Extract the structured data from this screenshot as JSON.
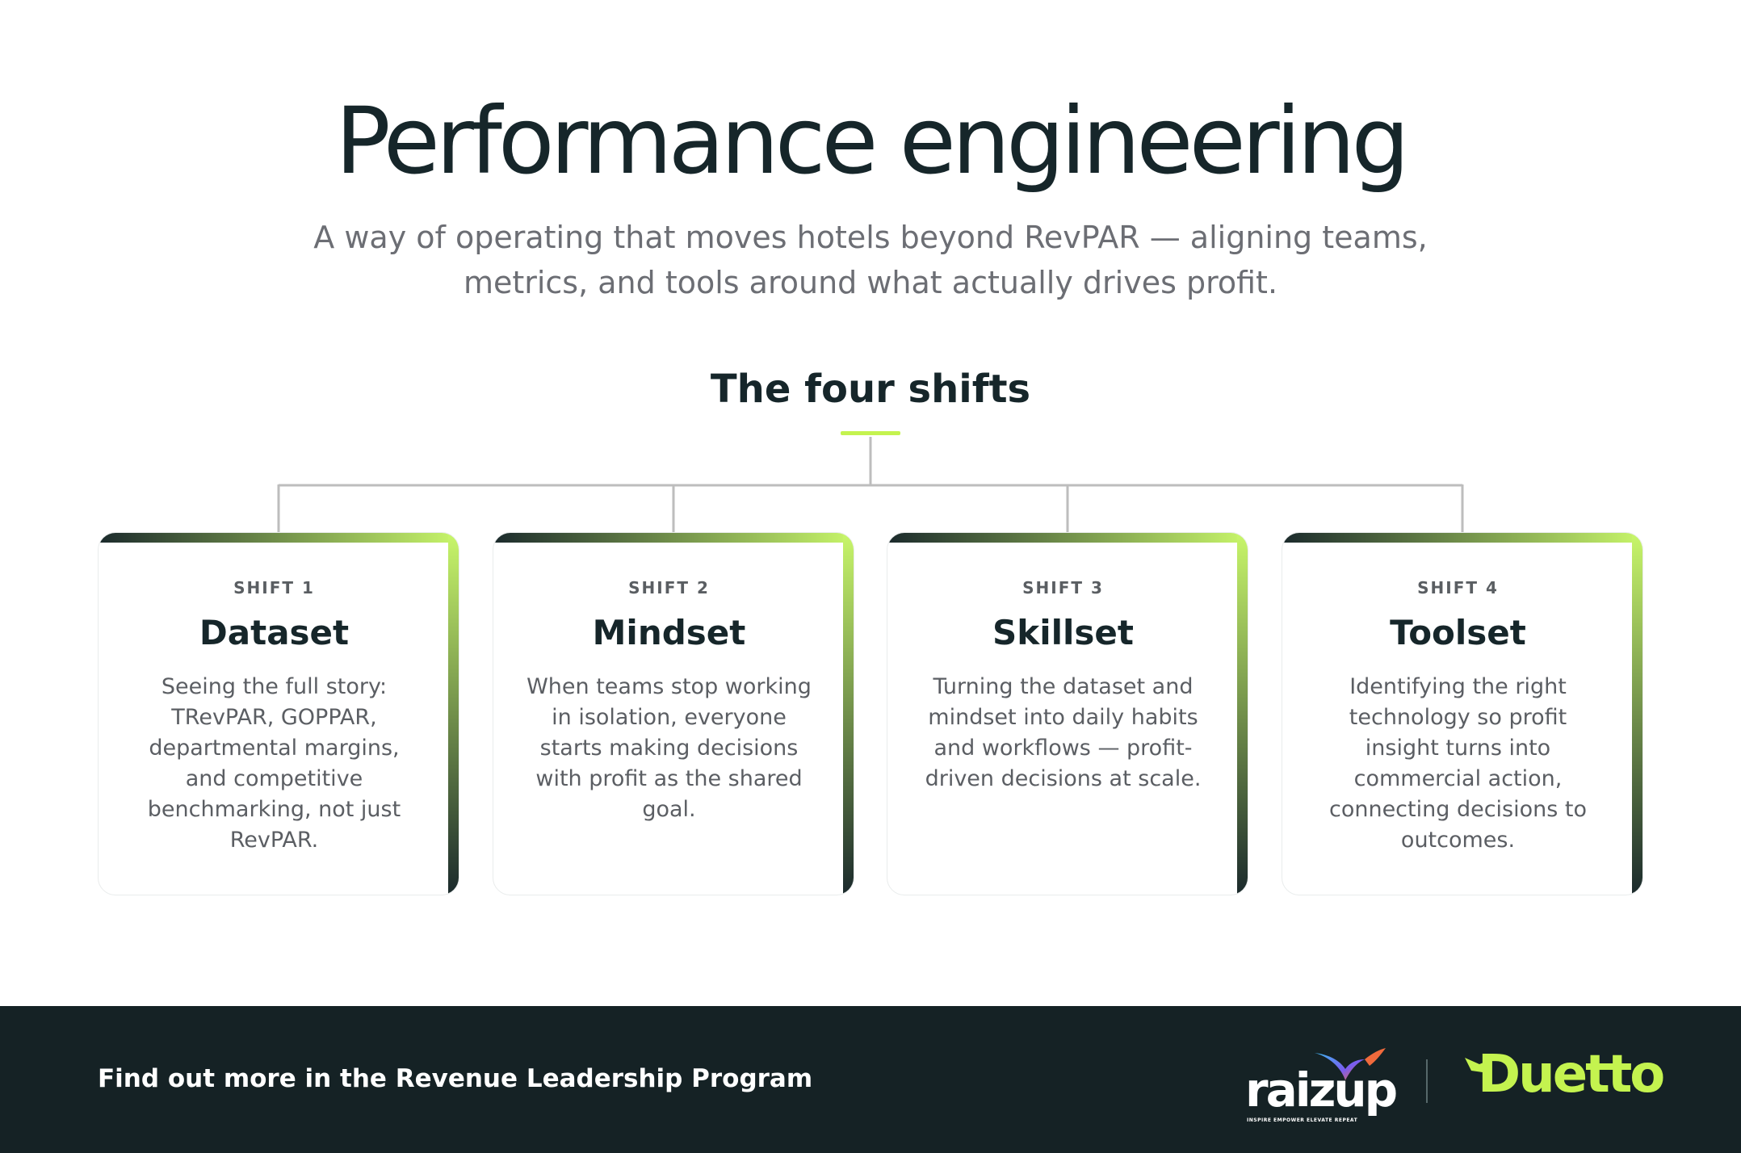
{
  "header": {
    "title": "Performance engineering",
    "subtitle": "A way of operating that moves hotels beyond RevPAR — aligning teams, metrics, and tools around what actually drives profit."
  },
  "section": {
    "title": "The four shifts"
  },
  "shifts": [
    {
      "label": "SHIFT 1",
      "name": "Dataset",
      "description": "Seeing the full story: TRevPAR, GOPPAR, departmental margins, and competitive benchmarking, not just RevPAR."
    },
    {
      "label": "SHIFT 2",
      "name": "Mindset",
      "description": "When teams stop working in isolation, everyone starts making decisions with profit as the shared goal."
    },
    {
      "label": "SHIFT 3",
      "name": "Skillset",
      "description": "Turning the dataset and mindset into daily habits and workflows — profit-driven decisions at scale."
    },
    {
      "label": "SHIFT 4",
      "name": "Toolset",
      "description": "Identifying the right technology so profit insight turns into commercial action, connecting decisions to outcomes."
    }
  ],
  "footer": {
    "cta": "Find out more in the Revenue Leadership Program",
    "logos": {
      "raizup": {
        "wordmark": "raizup",
        "tagline": "INSPIRE EMPOWER ELEVATE REPEAT"
      },
      "duetto": {
        "wordmark": "Duetto"
      }
    }
  },
  "colors": {
    "accent": "#c4f34f",
    "dark": "#152225",
    "text_dark": "#16262a",
    "text_muted": "#6c6e74",
    "connector": "#bdbdbd"
  }
}
